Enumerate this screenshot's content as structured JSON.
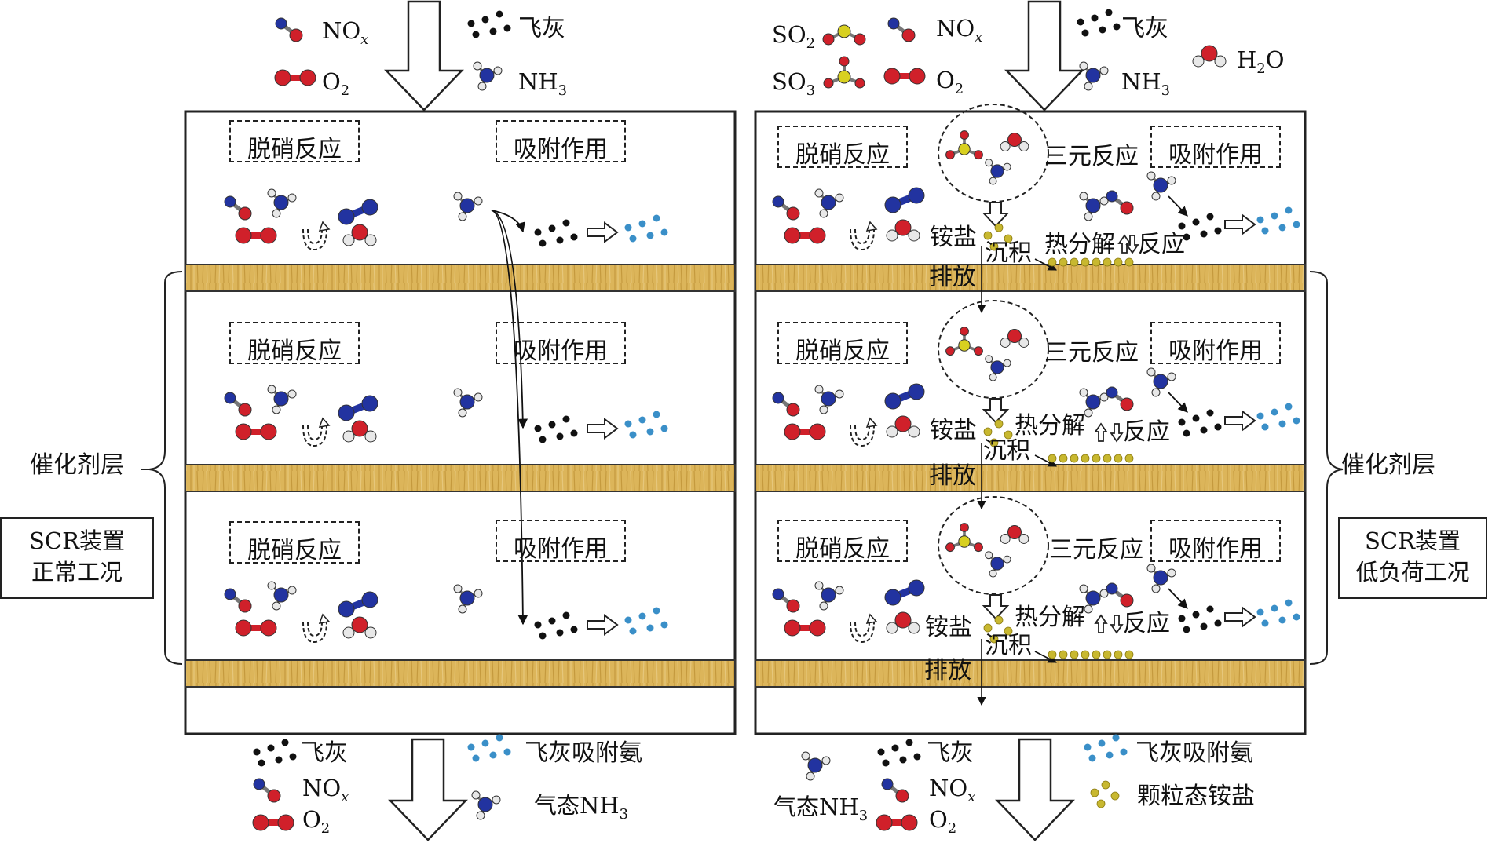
{
  "legend": {
    "nox": "NO",
    "nox_sub": "x",
    "o2": "O",
    "o2_sub": "2",
    "nh3": "NH",
    "nh3_sub": "3",
    "so2": "SO",
    "so2_sub": "2",
    "so3": "SO",
    "so3_sub": "3",
    "h2o_h": "H",
    "h2o_sub": "2",
    "h2o_o": "O",
    "fly_ash": "飞灰",
    "ash_ammonia": "飞灰吸附氨",
    "gas_nh3": "气态NH",
    "gas_nh3_sub": "3",
    "particle_salt": "颗粒态铵盐"
  },
  "labels": {
    "denitration": "脱硝反应",
    "adsorption": "吸附作用",
    "ternary": "三元反应",
    "ammonium_salt": "铵盐",
    "deposit": "沉积",
    "thermal_decomp": "热分解",
    "reaction": "反应",
    "discharge": "排放",
    "catalyst_layer": "催化剂层"
  },
  "devices": {
    "normal_line1": "SCR装置",
    "normal_line2": "正常工况",
    "low_line1": "SCR装置",
    "low_line2": "低负荷工况"
  },
  "colors": {
    "nitrogen": "#2233a0",
    "oxygen": "#d0202a",
    "hydrogen": "#e8e8e8",
    "sulfur": "#d8d020",
    "fly_ash": "#111111",
    "adsorbed_ash": "#3a8fc8",
    "ammonium_salt": "#c8b830",
    "catalyst": "#d9b35a"
  }
}
